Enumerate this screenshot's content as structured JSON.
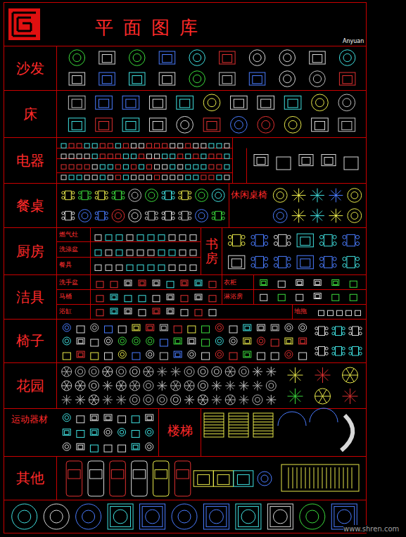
{
  "diagram": {
    "title": "平面图库",
    "nodes": [
      {
        "text": [
          "沙发"
        ]
      },
      {
        "text": [
          "床"
        ]
      },
      {
        "text": [
          "电器"
        ]
      },
      {
        "text": [
          "餐桌"
        ]
      },
      {
        "text": [
          "休闲桌椅"
        ]
      },
      {
        "text": [
          "厨房"
        ]
      },
      {
        "text": [
          "书房"
        ]
      },
      {
        "text": [
          "洁具"
        ]
      },
      {
        "text": [
          "椅子"
        ]
      },
      {
        "text": [
          "花园"
        ]
      },
      {
        "text": [
          "运动器材"
        ]
      },
      {
        "text": [
          "楼梯"
        ]
      },
      {
        "text": [
          "其他"
        ]
      }
    ],
    "labels": [
      "Anyuan",
      "燃气灶",
      "洗涤盆",
      "餐具",
      "洗手盆",
      "马桶",
      "浴缸",
      "衣柜",
      "淋浴房",
      "地拖",
      "www.shren.com"
    ]
  }
}
